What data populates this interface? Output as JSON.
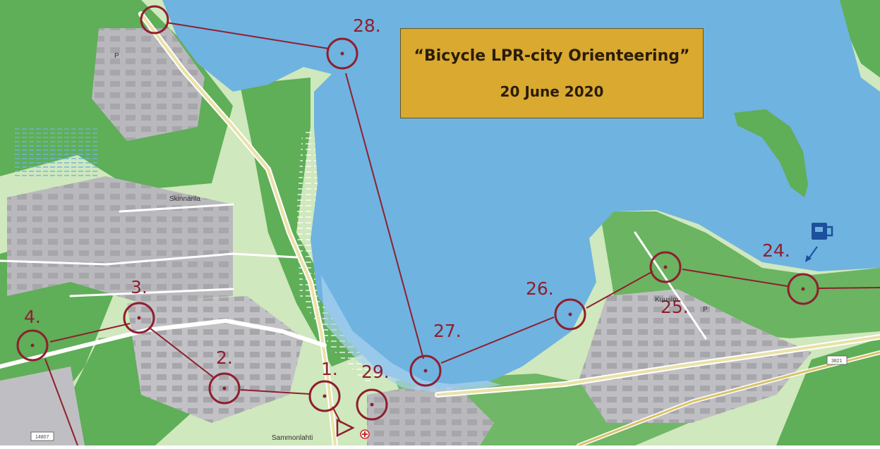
{
  "event": {
    "title": "“Bicycle LPR-city Orienteering”",
    "date": "20 June 2020"
  },
  "controls": [
    {
      "label": "1."
    },
    {
      "label": "2."
    },
    {
      "label": "3."
    },
    {
      "label": "4."
    },
    {
      "label": "24."
    },
    {
      "label": "25."
    },
    {
      "label": "26."
    },
    {
      "label": "27."
    },
    {
      "label": "28."
    },
    {
      "label": "29."
    }
  ],
  "map_labels": {
    "sammonlahti": "Sammonlahti",
    "skinnarila": "Skinnarila",
    "kuusimaki": "Kuusim",
    "parking": "P",
    "road_3821": "3821",
    "road_14807": "14807"
  },
  "colors": {
    "water": "#6fb3e0",
    "forest": "#5fae58",
    "open": "#cfe8bd",
    "built": "#b9b9bd",
    "route": "#8f1f2e",
    "title_bg": "#d9a930"
  },
  "icons": {
    "start": "start-triangle-icon",
    "water_point": "water-jug-icon",
    "first_aid": "first-aid-icon"
  }
}
